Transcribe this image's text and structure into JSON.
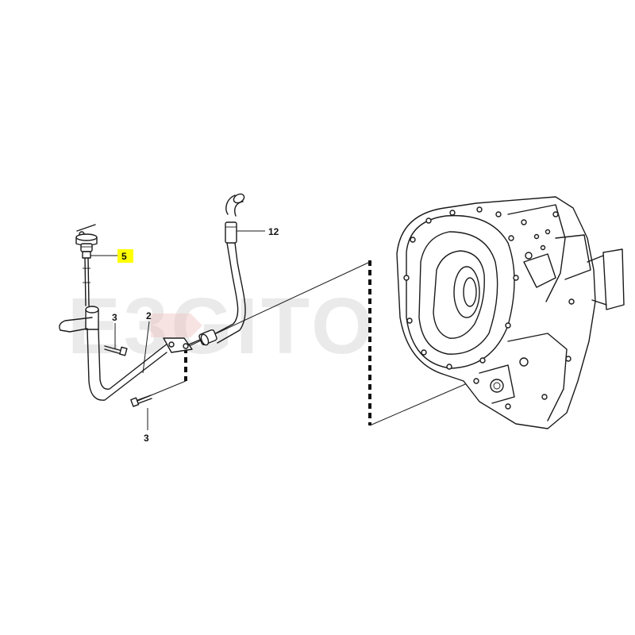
{
  "watermark": "E3GITO",
  "callouts": [
    {
      "id": "12",
      "text": "12"
    },
    {
      "id": "5",
      "text": "5",
      "highlight_color": "#ffff00"
    },
    {
      "id": "3-upper",
      "text": "3"
    },
    {
      "id": "2",
      "text": "2"
    },
    {
      "id": "3-lower",
      "text": "3"
    }
  ],
  "colors": {
    "line": "#1a1a1a",
    "highlight": "#ffff00",
    "watermark": "#d9d9d9"
  }
}
